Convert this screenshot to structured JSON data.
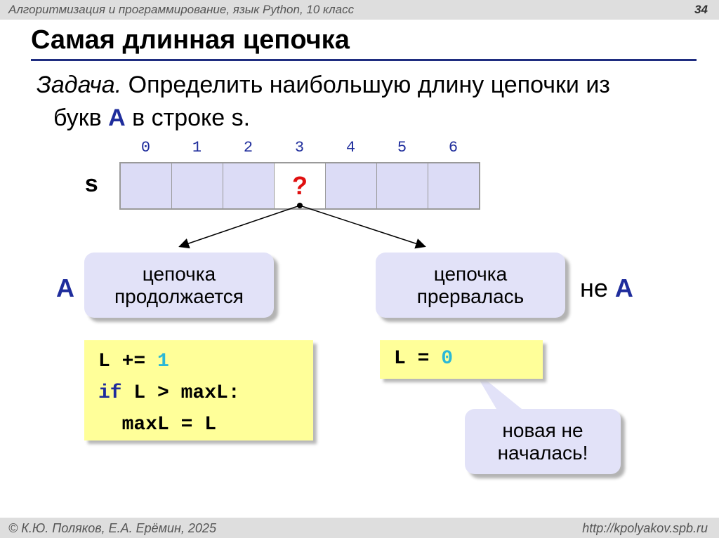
{
  "header": {
    "course": "Алгоритмизация и программирование, язык Python, 10 класс",
    "page_number": "34"
  },
  "slide": {
    "title": "Самая длинная цепочка",
    "task": {
      "lead": "Задача.",
      "text1": " Определить наибольшую длину цепочки из",
      "text2_pre": "букв ",
      "letter": "A",
      "text2_post": " в строке s."
    }
  },
  "array": {
    "var_name": "s",
    "indices": [
      "0",
      "1",
      "2",
      "3",
      "4",
      "5",
      "6"
    ],
    "cells": [
      "",
      "",
      "",
      "?",
      "",
      "",
      ""
    ],
    "active_index": 3
  },
  "branches": {
    "left_label": "A",
    "left_bubble": [
      "цепочка",
      "продолжается"
    ],
    "right_label_prefix": "не ",
    "right_label_letter": "A",
    "right_bubble": [
      "цепочка",
      "прервалась"
    ]
  },
  "code_left": {
    "line1_pre": "L += ",
    "line1_num": "1",
    "line2_kw": "if",
    "line2_rest": " L > maxL:",
    "line3": "  maxL = L"
  },
  "code_right": {
    "line1_pre": "L = ",
    "line1_num": "0"
  },
  "callout": [
    "новая не",
    "началась!"
  ],
  "footer": {
    "left": "© К.Ю. Поляков, Е.А. Ерёмин, 2025",
    "right": "http://kpolyakov.spb.ru"
  },
  "colors": {
    "accent_blue": "#1f2d9c",
    "cell_fill": "#dcdcf6",
    "code_bg": "#ffff99",
    "question_red": "#e01010",
    "number_cyan": "#2bb8d6"
  }
}
